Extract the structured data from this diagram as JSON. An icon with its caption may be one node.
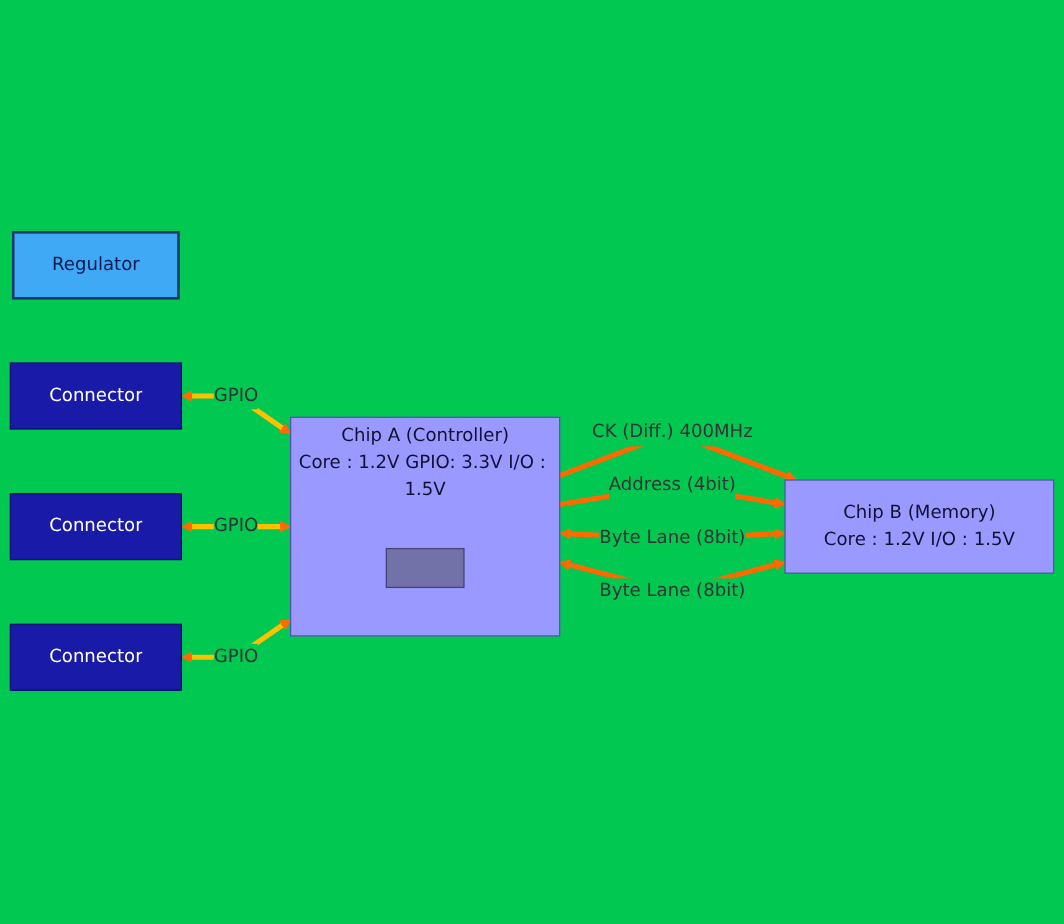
{
  "diagram": {
    "nodes": [
      {
        "text": [
          "Regulator"
        ]
      },
      {
        "text": [
          "Connector"
        ]
      },
      {
        "text": [
          "Connector"
        ]
      },
      {
        "text": [
          "Chip A (Controller)",
          "Core : 1.2V GPIO: 3.3V I/O : 1.5V"
        ]
      },
      {
        "text": [],
        "shape": "box",
        "in": 3
      },
      {
        "text": [
          "Chip B (Memory)",
          "Core : 1.2V I/O : 1.5V"
        ]
      },
      {
        "text": [
          "Connector"
        ]
      }
    ],
    "edges": [
      {
        "from": 1,
        "to": 3,
        "arrow": "both",
        "label": "GPIO",
        "color": "#ffc000"
      },
      {
        "from": 2,
        "to": 3,
        "arrow": "both",
        "label": "GPIO",
        "color": "#ffc000"
      },
      {
        "from": 3,
        "to": 5,
        "arrow": "to",
        "label": "CK (Diff.) 400MHz"
      },
      {
        "from": 3,
        "to": 5,
        "arrow": "to",
        "label": "Address (4bit)"
      },
      {
        "from": 3,
        "to": 5,
        "arrow": "both",
        "label": "Byte Lane (8bit)"
      },
      {
        "from": 3,
        "to": 5,
        "arrow": "both",
        "label": "Byte Lane (8bit)"
      },
      {
        "from": 6,
        "to": 3,
        "arrow": "both",
        "label": "GPIO",
        "color": "#ffc000"
      }
    ]
  }
}
